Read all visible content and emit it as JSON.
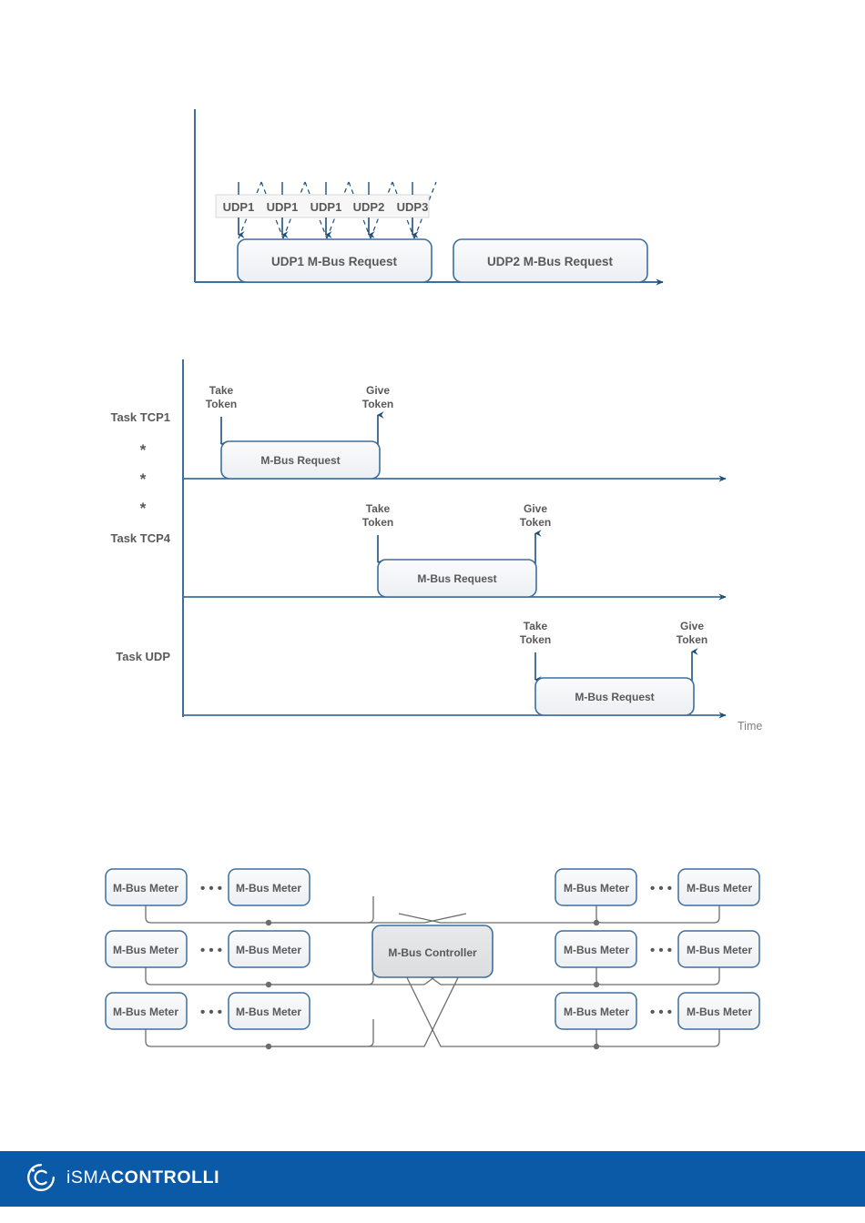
{
  "colors": {
    "box_border": "#3d6e9e",
    "box_fill_top": "#fafafa",
    "box_fill_bottom": "#eceff4",
    "controller_fill": "#e2e3e5",
    "arrow_blue": "#1f4e79",
    "axis_blue": "#3d6e9e",
    "text_gray": "#595959",
    "time_gray": "#7f7f7f",
    "footer_blue": "#0b5aa8",
    "connector_gray": "#666666",
    "dot_blue": "#1f4e79",
    "udp_label_box_border": "#d0d0d0",
    "udp_label_box_fill": "#f7f7f7"
  },
  "figure1": {
    "name": "udp-queue-timeline",
    "udp_tick_labels": [
      "UDP1",
      "UDP1",
      "UDP1",
      "UDP2",
      "UDP3"
    ],
    "request_blocks": [
      {
        "label": "UDP1 M-Bus Request"
      },
      {
        "label": "UDP2 M-Bus Request"
      }
    ]
  },
  "figure2": {
    "name": "task-token-timeline",
    "axis_label": "Time",
    "row_separator_marks": [
      "*",
      "*",
      "*"
    ],
    "lanes": [
      {
        "task_label": "Task TCP1",
        "take_token_label": "Take\nToken",
        "take_token_line1": "Take",
        "take_token_line2": "Token",
        "give_token_line1": "Give",
        "give_token_line2": "Token",
        "request_label": "M-Bus Request"
      },
      {
        "task_label": "Task TCP4",
        "take_token_line1": "Take",
        "take_token_line2": "Token",
        "give_token_line1": "Give",
        "give_token_line2": "Token",
        "request_label": "M-Bus Request"
      },
      {
        "task_label": "Task UDP",
        "take_token_line1": "Take",
        "take_token_line2": "Token",
        "give_token_line1": "Give",
        "give_token_line2": "Token",
        "request_label": "M-Bus Request"
      }
    ]
  },
  "figure3": {
    "name": "mbus-topology",
    "controller_label": "M-Bus Controller",
    "meter_label": "M-Bus Meter",
    "ellipsis": "• • •",
    "left_rows": [
      {
        "first": "M-Bus Meter",
        "last": "M-Bus Meter"
      },
      {
        "first": "M-Bus Meter",
        "last": "M-Bus Meter"
      },
      {
        "first": "M-Bus Meter",
        "last": "M-Bus Meter"
      }
    ],
    "right_rows": [
      {
        "first": "M-Bus Meter",
        "last": "M-Bus Meter"
      },
      {
        "first": "M-Bus Meter",
        "last": "M-Bus Meter"
      },
      {
        "first": "M-Bus Meter",
        "last": "M-Bus Meter"
      }
    ]
  },
  "footer": {
    "brand_light": "iSMA",
    "brand_bold": "CONTROLLI",
    "logo_icon": "ismac-circle-logo-icon"
  }
}
